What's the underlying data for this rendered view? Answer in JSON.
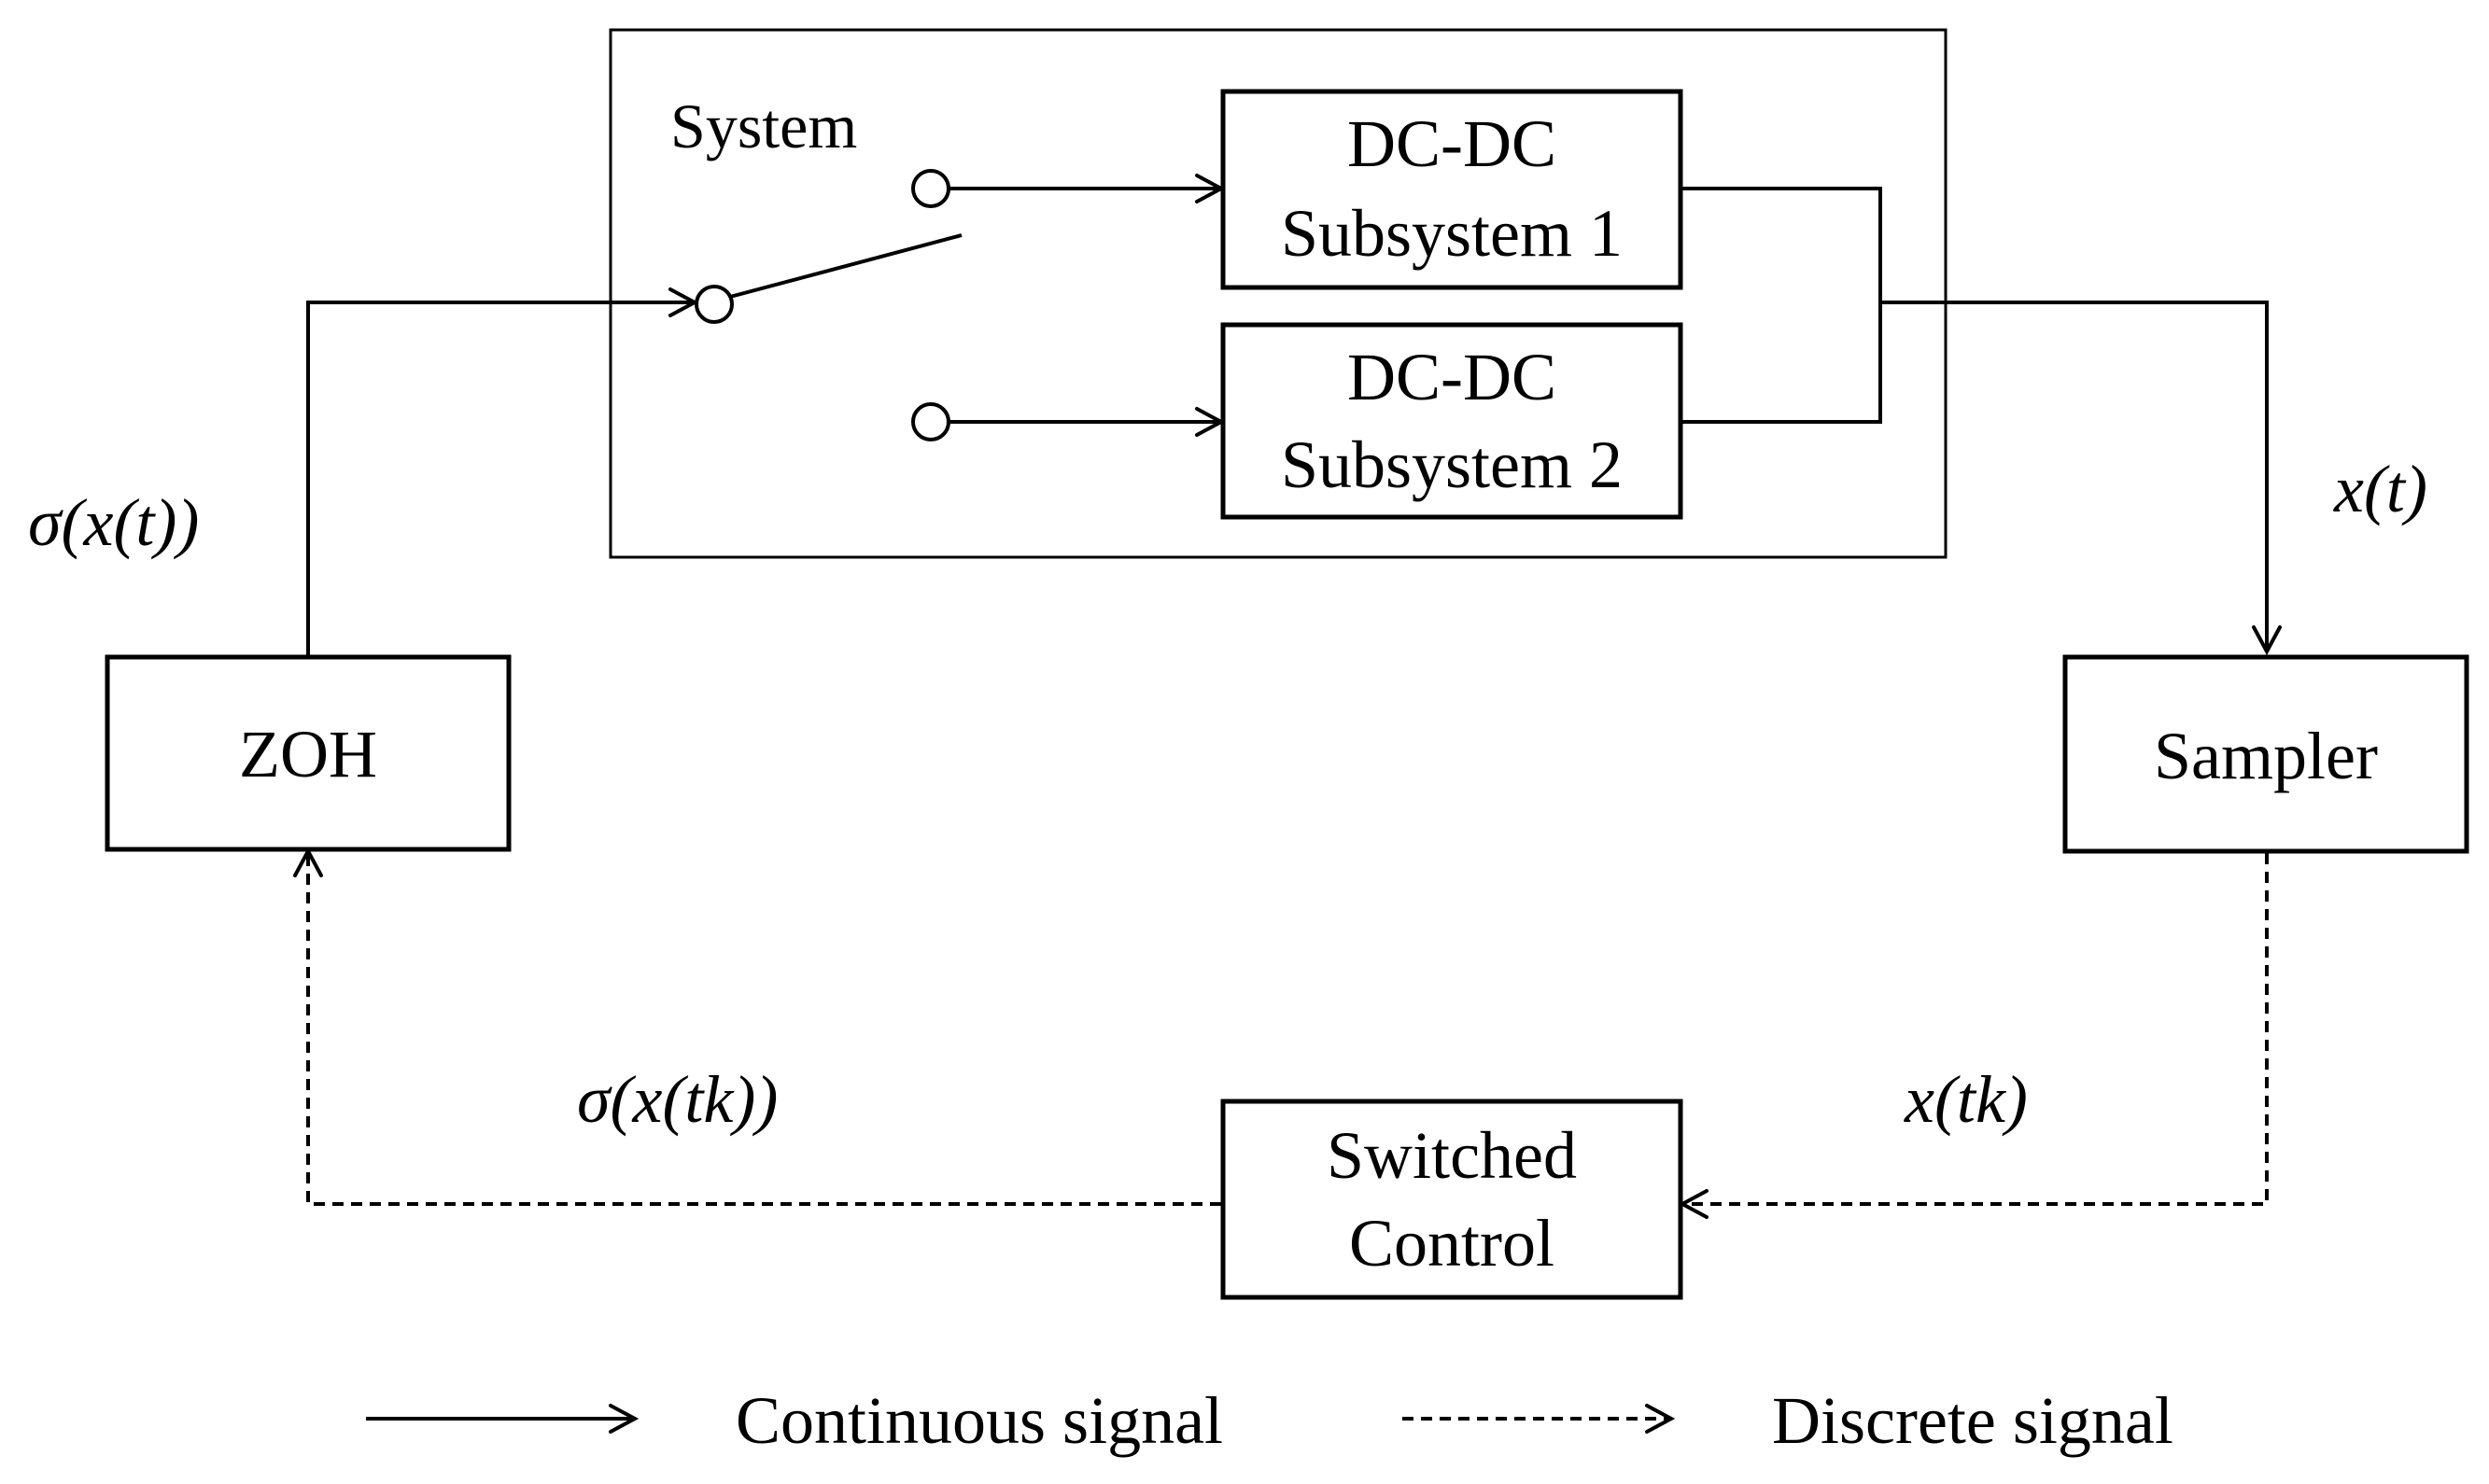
{
  "diagram": {
    "system_label": "System",
    "blocks": {
      "subsystem1": [
        "DC-DC",
        "Subsystem 1"
      ],
      "subsystem2": [
        "DC-DC",
        "Subsystem 2"
      ],
      "zoh": "ZOH",
      "sampler": "Sampler",
      "switched_control": [
        "Switched",
        "Control"
      ]
    },
    "signals": {
      "sigma_x_t": "σ(x(t))",
      "x_t": "x(t)",
      "x_tk": "x(tk)",
      "sigma_x_tk": "σ(x(tk))"
    },
    "legend": {
      "continuous": "Continuous signal",
      "discrete": "Discrete signal"
    }
  }
}
